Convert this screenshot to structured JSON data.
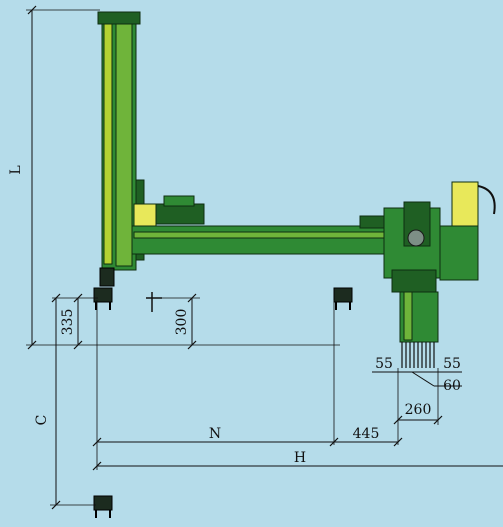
{
  "labels": {
    "L": "L",
    "C": "C",
    "N": "N",
    "H": "H",
    "d335": "335",
    "d300": "300",
    "d445": "445",
    "d260": "260",
    "d55_left": "55",
    "d55_right": "55",
    "d60": "60"
  },
  "colors": {
    "background": "#b5dcea",
    "arm_green": "#2f8a34",
    "arm_light": "#6fb43a",
    "accent_yellow": "#e8e85a",
    "line": "#111111"
  },
  "icons": {
    "gripper": "gripper-icon",
    "crosshair": "crosshair-icon"
  }
}
